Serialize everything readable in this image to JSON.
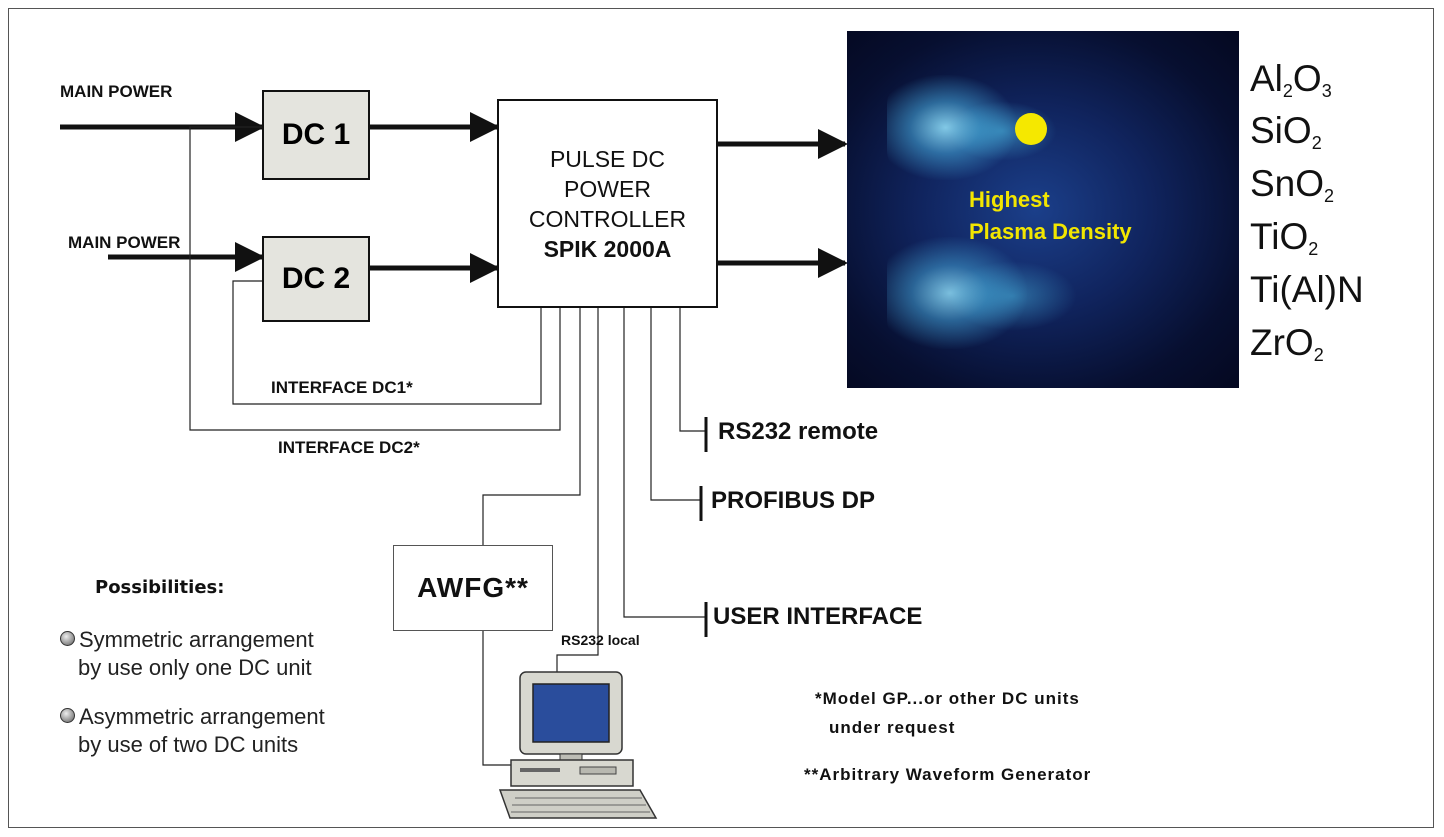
{
  "inputs": {
    "main_power_1": "MAIN POWER",
    "main_power_2": "MAIN POWER"
  },
  "dc_units": {
    "dc1": "DC 1",
    "dc2": "DC 2"
  },
  "controller": {
    "line1": "PULSE DC",
    "line2": "POWER",
    "line3": "CONTROLLER",
    "model": "SPIK 2000A"
  },
  "interfaces": {
    "dc1": "INTERFACE DC1*",
    "dc2": "INTERFACE DC2*"
  },
  "connections": {
    "rs232_remote": "RS232 remote",
    "profibus": "PROFIBUS DP",
    "user_interface": "USER INTERFACE",
    "rs232_local": "RS232 local"
  },
  "awfg": "AWFG**",
  "plasma": {
    "line1": "Highest",
    "line2": "Plasma Density",
    "label_color": "#f2e600",
    "dot_color": "#f5e800"
  },
  "materials": [
    {
      "base": "Al",
      "s1": "2",
      "mid": "O",
      "s2": "3"
    },
    {
      "base": "SiO",
      "s1": "2",
      "mid": "",
      "s2": ""
    },
    {
      "base": "SnO",
      "s1": "2",
      "mid": "",
      "s2": ""
    },
    {
      "base": "TiO",
      "s1": "2",
      "mid": "",
      "s2": ""
    },
    {
      "base": "Ti(Al)N",
      "s1": "",
      "mid": "",
      "s2": ""
    },
    {
      "base": "ZrO",
      "s1": "2",
      "mid": "",
      "s2": ""
    }
  ],
  "possibilities": {
    "title": "Possibilities:",
    "items": [
      {
        "line1": "Symmetric arrangement",
        "line2": "by use only one DC unit"
      },
      {
        "line1": "Asymmetric arrangement",
        "line2": "by use of two DC units"
      }
    ]
  },
  "notes": {
    "model_line1": "*Model GP...or other DC units",
    "model_line2": "under  request",
    "awfg": "**Arbitrary Waveform Generator"
  }
}
